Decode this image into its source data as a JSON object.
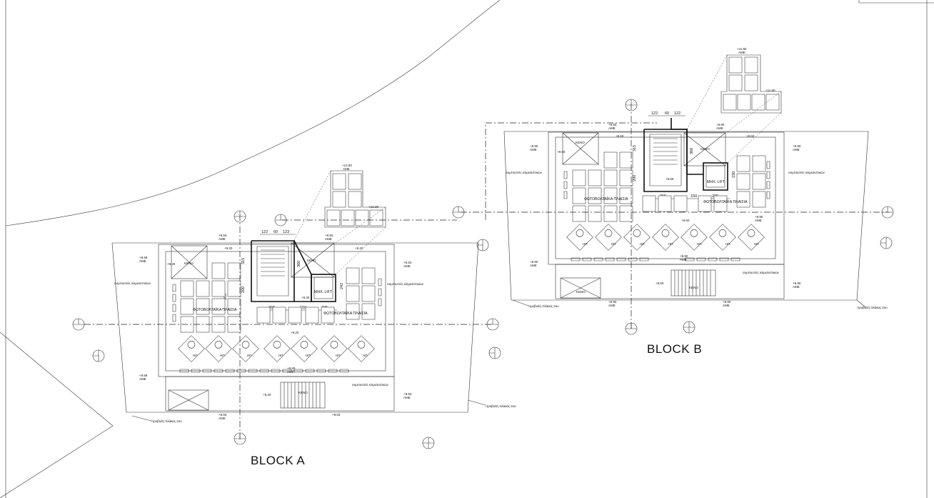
{
  "blocks": [
    {
      "title": "BLOCK A",
      "labels": {
        "pv": "ΦΩΤΟΒΟΛΤΑΪΚΑ ΠΛΑΙΣΙΑ",
        "ac": "συμπιεστές κλιματιστικών",
        "lift": "ΜΗΧ. LIFT",
        "void": "ΚΕΝΟ",
        "heater": "ΗΠ",
        "projection": "προβολή πλάκας 2ου",
        "ame": "ΑΜΕ"
      },
      "levels": [
        "+12.50",
        "+12.28",
        "+9.50",
        "+9.20",
        "+9.53",
        "+9.58",
        "+9.40",
        "+9.20",
        "+9.50",
        "+9.20",
        "+9.50",
        "+9.58",
        "+9.53"
      ],
      "dims": [
        "122",
        "60",
        "123",
        "315",
        "200",
        "305",
        "360",
        "365",
        "150",
        "225",
        "242"
      ]
    },
    {
      "title": "BLOCK B",
      "labels": {
        "pv": "ΦΩΤΟΒΟΛΤΑΪΚΑ ΠΛΑΙΣΙΑ",
        "ac": "συμπιεστές κλιματιστικών",
        "lift": "ΜΗΧ. LIFT",
        "void": "ΚΕΝΟ",
        "heater": "ΗΠ",
        "projection": "προβολή πλάκας 2ου",
        "ame": "ΑΜΕ"
      },
      "levels": [
        "+11.90",
        "+11.60",
        "+8.90",
        "+8.60",
        "+8.90",
        "+8.60",
        "+8.90",
        "+8.60",
        "+8.90",
        "+8.90",
        "+8.60",
        "+8.90",
        "+8.90"
      ],
      "dims": [
        "122",
        "60",
        "122",
        "315",
        "200",
        "360",
        "230",
        "365",
        "150",
        "225"
      ]
    }
  ]
}
